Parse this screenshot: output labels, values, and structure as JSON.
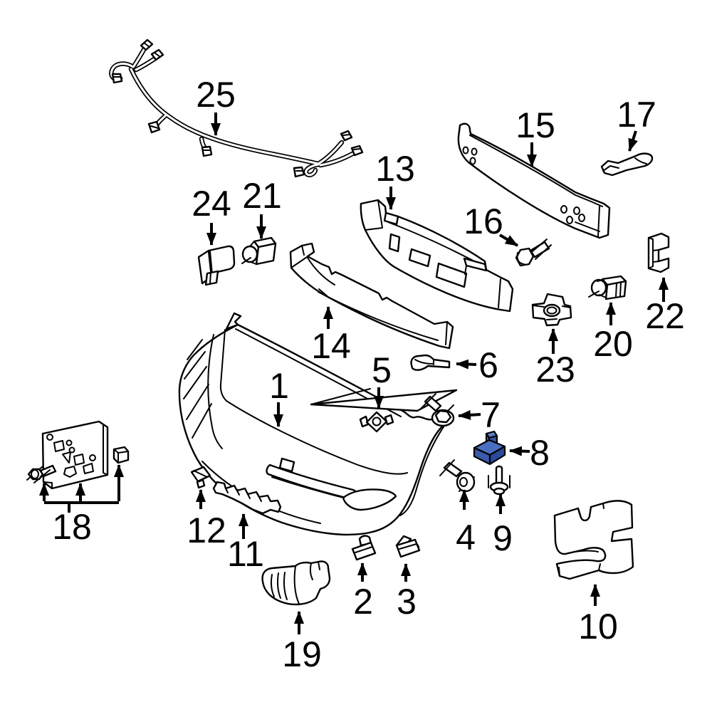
{
  "diagram": {
    "type": "exploded-parts-diagram",
    "background_color": "#ffffff",
    "line_color": "#000000",
    "highlighted_part": "8",
    "highlight": {
      "top": "#4a6fc0",
      "front": "#3a5aac",
      "side": "#2a4a9c",
      "post_top": "#6080ca",
      "post_front": "#4a6ab6",
      "post_side": "#35549e"
    }
  },
  "labels": {
    "p1": "1",
    "p2": "2",
    "p3": "3",
    "p4": "4",
    "p5": "5",
    "p6": "6",
    "p7": "7",
    "p8": "8",
    "p9": "9",
    "p10": "10",
    "p11": "11",
    "p12": "12",
    "p13": "13",
    "p14": "14",
    "p15": "15",
    "p16": "16",
    "p17": "17",
    "p18": "18",
    "p19": "19",
    "p20": "20",
    "p21": "21",
    "p22": "22",
    "p23": "23",
    "p24": "24",
    "p25": "25"
  }
}
